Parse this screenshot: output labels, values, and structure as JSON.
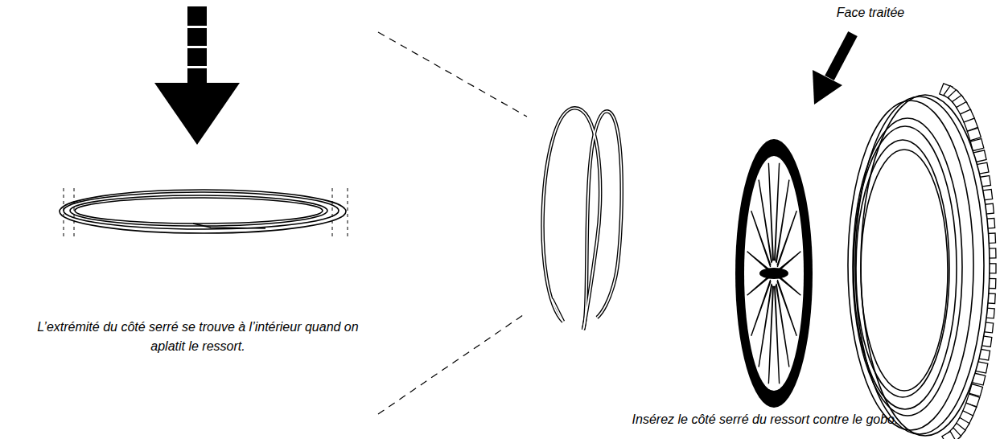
{
  "diagram": {
    "labels": [
      "Face traitée",
      "L’extrémité du côté serré se trouve à l’intérieur quand on aplatit le ressort.",
      "Insérez le côté serré du ressort contre le gobo."
    ]
  }
}
